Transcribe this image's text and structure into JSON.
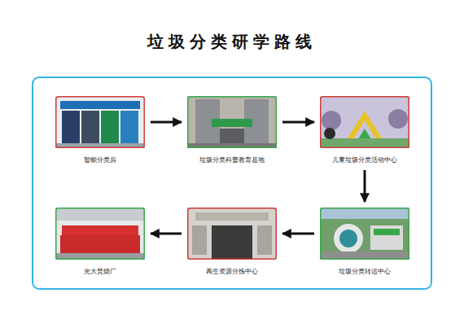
{
  "diagram": {
    "title": "垃圾分类研学路线",
    "nodes": [
      {
        "text": [
          "智能分类房"
        ]
      },
      {
        "text": [
          "垃圾分类科普教育基地"
        ]
      },
      {
        "text": [
          "儿童垃圾分类活动中心"
        ]
      },
      {
        "text": [
          "垃圾分类转运中心"
        ]
      },
      {
        "text": [
          "再生资源分拣中心"
        ]
      },
      {
        "text": [
          "光大焚烧厂"
        ]
      }
    ],
    "edges": [
      {
        "from": 0,
        "to": 1,
        "arrow": "to"
      },
      {
        "from": 1,
        "to": 2,
        "arrow": "to"
      },
      {
        "from": 2,
        "to": 3,
        "arrow": "to"
      },
      {
        "from": 3,
        "to": 4,
        "arrow": "to"
      },
      {
        "from": 4,
        "to": 5,
        "arrow": "to"
      }
    ]
  }
}
